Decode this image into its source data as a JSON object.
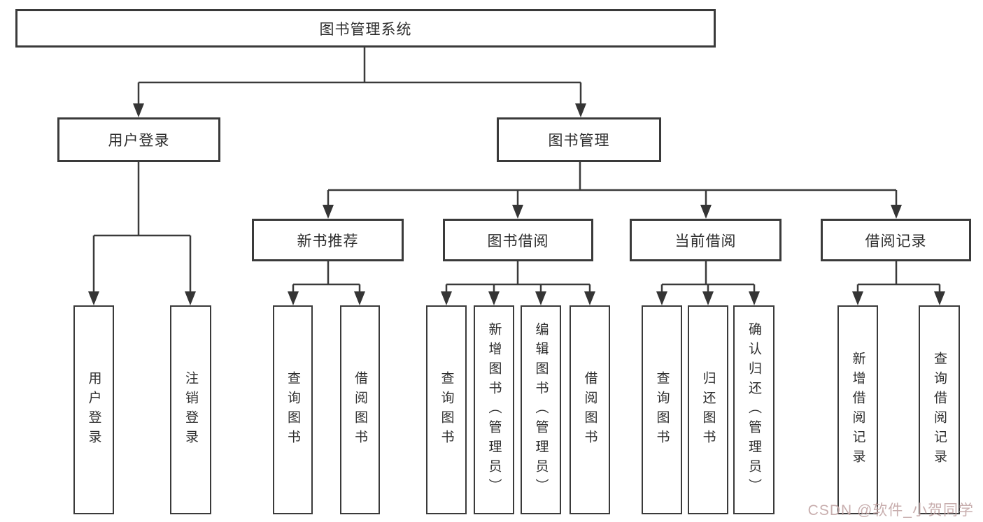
{
  "diagram": {
    "root": {
      "label": "图书管理系统"
    },
    "level2": {
      "user": {
        "label": "用户登录"
      },
      "book": {
        "label": "图书管理"
      }
    },
    "level3": {
      "new_book": {
        "label": "新书推荐"
      },
      "borrow": {
        "label": "图书借阅"
      },
      "current": {
        "label": "当前借阅"
      },
      "records": {
        "label": "借阅记录"
      }
    },
    "leaves": {
      "user": [
        "用户登录",
        "注销登录"
      ],
      "new_book": [
        "查询图书",
        "借阅图书"
      ],
      "borrow": [
        "查询图书",
        "新增图书（管理员）",
        "编辑图书（管理员）",
        "借阅图书"
      ],
      "current": [
        "查询图书",
        "归还图书",
        "确认归还（管理员）"
      ],
      "records": [
        "新增借阅记录",
        "查询借阅记录"
      ]
    }
  },
  "watermark": {
    "text": "CSDN @软件_小贺同学",
    "color": "#c3a6a6"
  },
  "colors": {
    "line": "#3a3a3a",
    "arrow": "#353535",
    "text": "#2e2e2e",
    "background": "#ffffff"
  }
}
